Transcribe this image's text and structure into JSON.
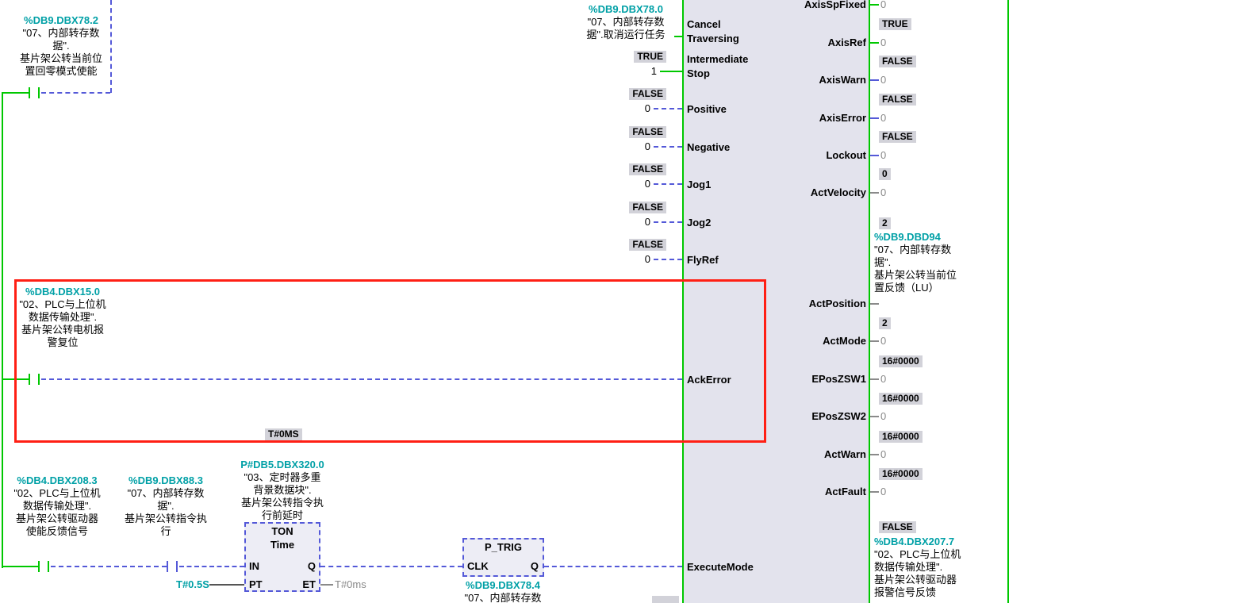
{
  "colors": {
    "energized_green": "#00C800",
    "false_blue": "#5459D8",
    "operand_teal": "#00A0A6",
    "monitor_gray": "#8A8A8A",
    "badge_bg": "#D2D2D9",
    "block_fill": "#E3E3ED",
    "highlight_red": "#FF1F14"
  },
  "blocks": {
    "homing_enable": {
      "address": "%DB9.DBX78.2",
      "l1": "\"07、内部转存数",
      "l2": "据\".",
      "l3": "基片架公转当前位",
      "l4": "置回零模式使能"
    },
    "alarm_reset": {
      "address": "%DB4.DBX15.0",
      "l1": "\"02、PLC与上位机",
      "l2": "数据传输处理\".",
      "l3": "基片架公转电机报",
      "l4": "警复位"
    },
    "cancel_task": {
      "address": "%DB9.DBX78.0",
      "l1": "\"07、内部转存数",
      "l2": "据\".取消运行任务"
    },
    "drive_enable_fb": {
      "address": "%DB4.DBX208.3",
      "l1": "\"02、PLC与上位机",
      "l2": "数据传输处理\".",
      "l3": "基片架公转驱动器",
      "l4": "使能反馈信号"
    },
    "cmd_execute": {
      "address": "%DB9.DBX88.3",
      "l1": "\"07、内部转存数",
      "l2": "据\".",
      "l3": "基片架公转指令执",
      "l4": "行"
    },
    "timer_idb": {
      "address": "P#DB5.DBX320.0",
      "l1": "\"03、定时器多重",
      "l2": "背景数据块\".",
      "l3": "基片架公转指令执",
      "l4": "行前延时"
    },
    "exec_trigger": {
      "address": "%DB9.DBX78.4",
      "l1": "\"07、内部转存数"
    },
    "act_position": {
      "badge": "2",
      "address": "%DB9.DBD94",
      "l1": "\"07、内部转存数",
      "l2": "据\".",
      "l3": "基片架公转当前位",
      "l4": "置反馈（LU）"
    },
    "alarm_feedback": {
      "badge": "FALSE",
      "address": "%DB4.DBX207.7",
      "l1": "\"02、PLC与上位机",
      "l2": "数据传输处理\".",
      "l3": "基片架公转驱动器",
      "l4": "报警信号反馈"
    }
  },
  "pins": {
    "cancel1": "Cancel",
    "cancel2": "Traversing",
    "interm1": "Intermediate",
    "interm2": "Stop",
    "positive": "Positive",
    "negative": "Negative",
    "jog1": "Jog1",
    "jog2": "Jog2",
    "flyref": "FlyRef",
    "ackerror": "AckError",
    "executemode": "ExecuteMode",
    "axisspfixed": "AxisSpFixed",
    "axisref": "AxisRef",
    "axiswarn": "AxisWarn",
    "axiserror": "AxisError",
    "lockout": "Lockout",
    "actvelocity": "ActVelocity",
    "actposition": "ActPosition",
    "actmode": "ActMode",
    "eposzsw1": "EPosZSW1",
    "eposzsw2": "EPosZSW2",
    "actwarn": "ActWarn",
    "actfault": "ActFault"
  },
  "monitors": {
    "intermediate": {
      "badge": "TRUE",
      "operand": "1"
    },
    "positive": {
      "badge": "FALSE",
      "operand": "0"
    },
    "negative": {
      "badge": "FALSE",
      "operand": "0"
    },
    "jog1": {
      "badge": "FALSE",
      "operand": "0"
    },
    "jog2": {
      "badge": "FALSE",
      "operand": "0"
    },
    "flyref": {
      "badge": "FALSE",
      "operand": "0"
    },
    "axisspfixed": {
      "operand": "0"
    },
    "axisref": {
      "badge": "TRUE",
      "operand": "0"
    },
    "axiswarn": {
      "badge": "FALSE",
      "operand": "0"
    },
    "axiserror": {
      "badge": "FALSE",
      "operand": "0"
    },
    "lockout": {
      "badge": "FALSE",
      "operand": "0"
    },
    "actvelocity": {
      "badge": "0",
      "operand": "0"
    },
    "actmode": {
      "badge": "2",
      "operand": "0"
    },
    "eposzsw1": {
      "badge": "16#0000",
      "operand": "0"
    },
    "eposzsw2": {
      "badge": "16#0000",
      "operand": "0"
    },
    "actwarn": {
      "badge": "16#0000",
      "operand": "0"
    },
    "actfault": {
      "badge": "16#0000",
      "operand": "0"
    }
  },
  "timer": {
    "badge": "T#0MS",
    "title": "TON",
    "subtitle": "Time",
    "pin_in": "IN",
    "pin_q": "Q",
    "pin_pt": "PT",
    "pin_et": "ET",
    "pt_operand": "T#0.5S",
    "et_monitor": "T#0ms"
  },
  "ptrig": {
    "title": "P_TRIG",
    "pin_clk": "CLK",
    "pin_q": "Q"
  }
}
